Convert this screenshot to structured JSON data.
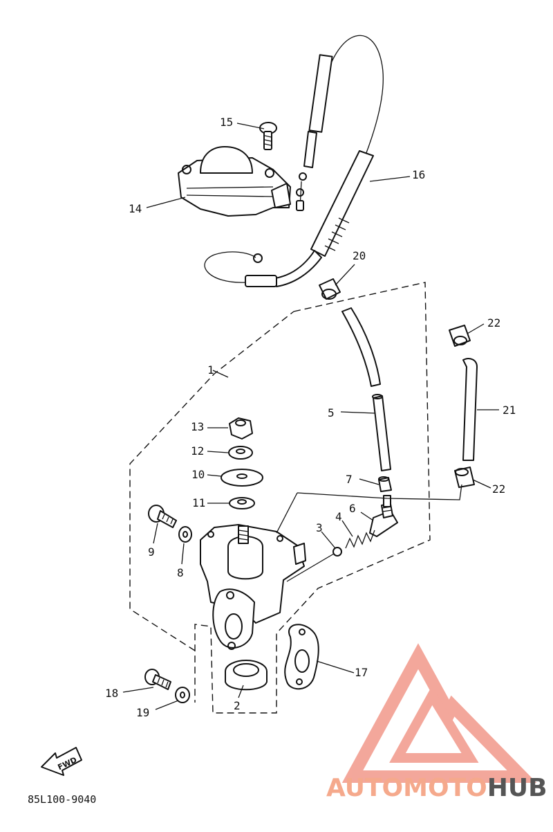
{
  "diagram_code": "85L100-9040",
  "fwd_label": "FWD",
  "watermark": {
    "part1": "AUTO",
    "part2": "MOTO",
    "part3": "HUB",
    "accent": "#f08a7a",
    "dark": "#555555"
  },
  "callouts": {
    "c1": "1",
    "c2": "2",
    "c3": "3",
    "c4": "4",
    "c5": "5",
    "c6": "6",
    "c7": "7",
    "c8": "8",
    "c9": "9",
    "c10": "10",
    "c11": "11",
    "c12": "12",
    "c13": "13",
    "c14": "14",
    "c15": "15",
    "c16": "16",
    "c17": "17",
    "c18": "18",
    "c19": "19",
    "c20": "20",
    "c21": "21",
    "c22a": "22",
    "c22b": "22"
  }
}
